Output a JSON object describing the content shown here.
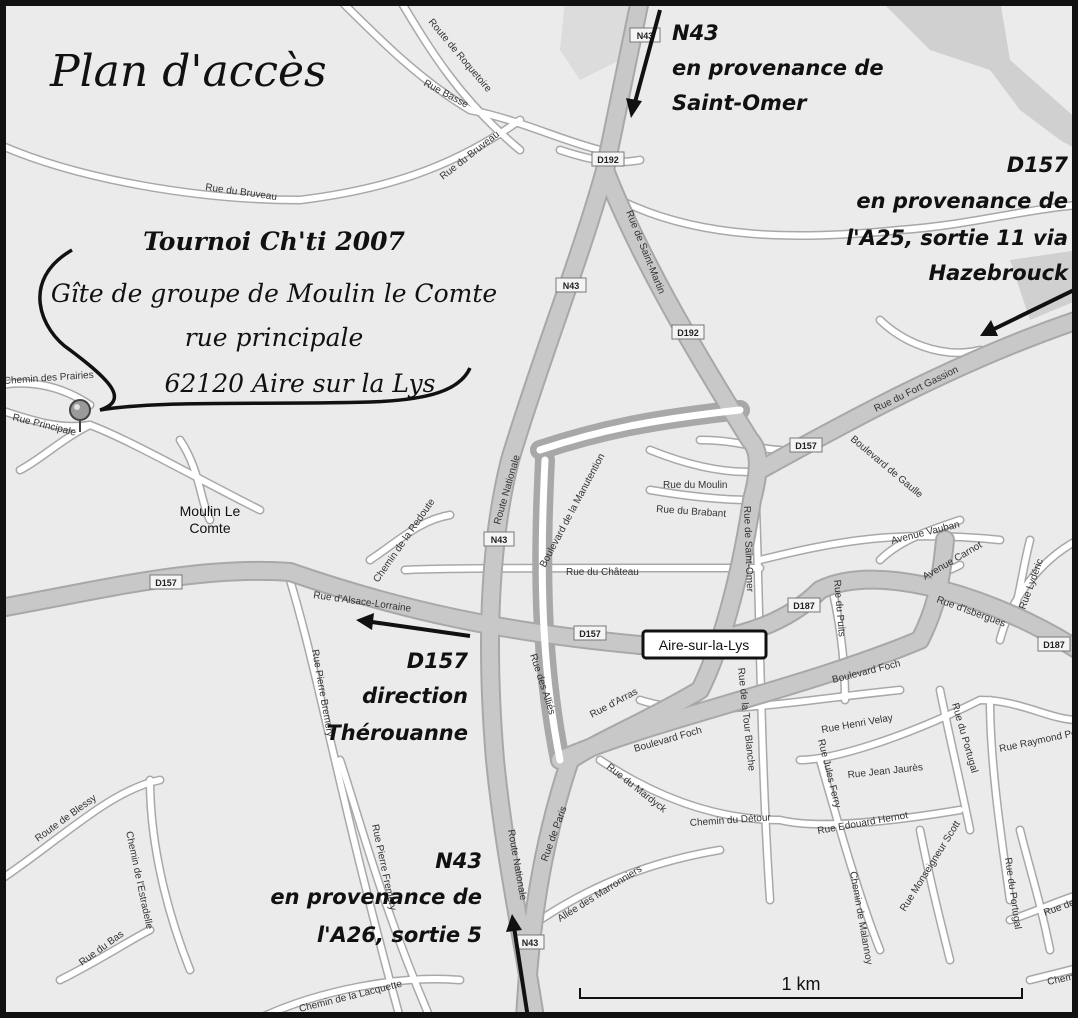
{
  "title": "Plan d'accès",
  "venue": {
    "name": "Tournoi Ch'ti 2007",
    "line1": "Gîte de groupe de Moulin le Comte",
    "line2": "rue principale",
    "line3": "62120 Aire sur la Lys"
  },
  "directions": {
    "north": [
      "N43",
      "en provenance de",
      "Saint-Omer"
    ],
    "east": [
      "D157",
      "en provenance de",
      "l'A25, sortie 11 via",
      "Hazebrouck"
    ],
    "west": [
      "D157",
      "direction",
      "Thérouanne"
    ],
    "south": [
      "N43",
      "en provenance de",
      "l'A26, sortie 5"
    ]
  },
  "town_label": "Aire-sur-la-Lys",
  "scale_label": "1 km",
  "badges": {
    "n43_top": "N43",
    "d192_a": "D192",
    "n43_mid": "N43",
    "d192_b": "D192",
    "d157_w": "D157",
    "n43_low": "N43",
    "d157_c": "D157",
    "d157_e": "D157",
    "d187": "D187",
    "d187_e": "D187",
    "n43_bot": "N43"
  },
  "places": {
    "moulin_1": "Moulin Le",
    "moulin_2": "Comte"
  },
  "streets": {
    "roquetoire": "Route de Roquetoire",
    "basse": "Rue Basse",
    "bruveau_a": "Rue du Bruveau",
    "bruveau_b": "Rue du Bruveau",
    "prairies": "Chemin des Prairies",
    "principale": "Rue Principale",
    "saint_martin": "Rue de Saint-Martin",
    "nationale_n": "Route Nationale",
    "nationale_s": "Route Nationale",
    "fort_gassion": "Rue du Fort Gassion",
    "gaulle": "Boulevard de Gaulle",
    "manutention": "Boulevard de la Manutention",
    "moulin": "Rue du Moulin",
    "brabant": "Rue du Brabant",
    "saint_omer": "Rue de Saint-Omer",
    "redoute": "Chemin de la Redoute",
    "chateau": "Rue du Château",
    "vauban": "Avenue Vauban",
    "carnot": "Avenue Carnot",
    "lyderic": "Rue Lydéric",
    "alsace": "Rue d'Alsace-Lorraine",
    "puits": "Rue du Puits",
    "isbergues": "Rue d'Isbergues",
    "foch_a": "Boulevard Foch",
    "foch_b": "Boulevard Foch",
    "arras": "Rue d'Arras",
    "allies": "Rue des Alliés",
    "pierre_bremery": "Rue Pierre Bremery",
    "pierre_f": "Rue Pierre Fremery",
    "tour_blanche": "Rue de la Tour Blanche",
    "henri_velay": "Rue Henri Velay",
    "portugal_a": "Rue du Portugal",
    "raymond": "Rue Raymond Po",
    "jean_jaures": "Rue Jean Jaurès",
    "jules_ferry": "Rue Jules Ferry",
    "mardyck": "Rue du Mardyck",
    "detour": "Chemin du Détour",
    "edouard": "Rue Edouard Hernot",
    "scott": "Rue Monseigneur Scott",
    "blessy": "Route de Blessy",
    "estradelle": "Chemin de l'Estradelle",
    "paris": "Rue de Paris",
    "marronniers": "Allée des Marronniers",
    "malannoy": "Chemin de Malannoy",
    "portugal_b": "Rue du Portugal",
    "bas": "Rue du Bas",
    "lacquette": "Chemin de la Lacquette",
    "rue_de_e": "Rue de",
    "chem_e": "Chem"
  },
  "colors": {
    "major_road": "#c8c8c8",
    "minor_road": "#ffffff",
    "road_edge": "#a8a8a8",
    "water": "#d4d4d4",
    "land": "#ebebeb"
  }
}
